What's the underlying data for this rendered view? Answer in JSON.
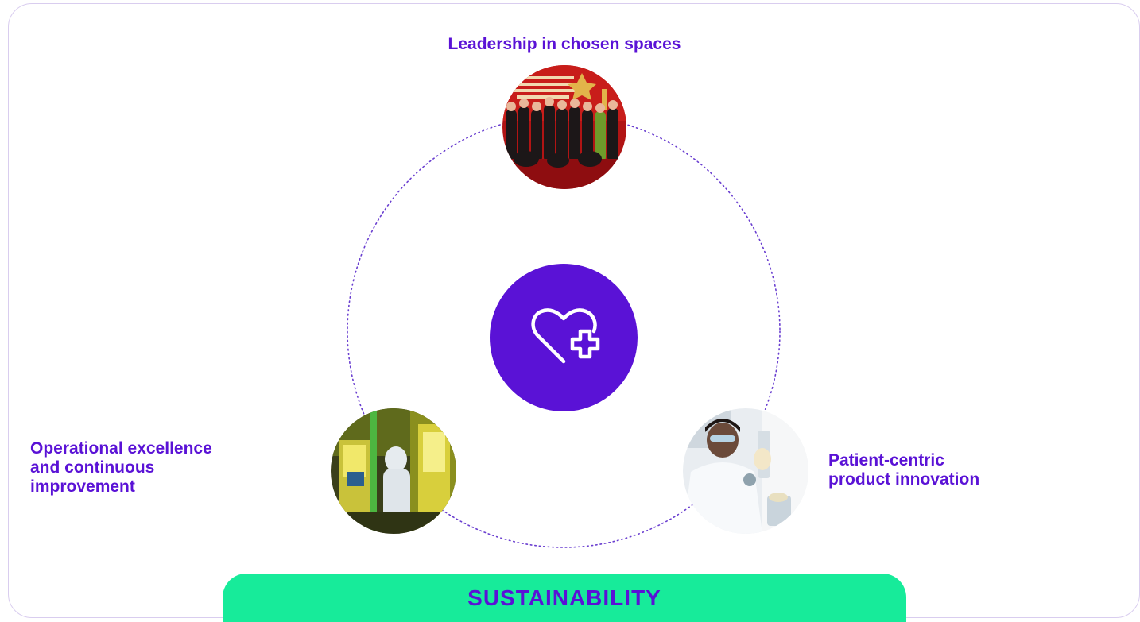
{
  "labels": {
    "top": "Leadership in chosen spaces",
    "left": "Operational excellence\nand continuous\nimprovement",
    "right": "Patient-centric\nproduct innovation"
  },
  "center_icon": "heart-plus-icon",
  "banner": "SUSTAINABILITY",
  "colors": {
    "accent": "#5a12d6",
    "banner": "#17eb9a",
    "border": "#d9cdef",
    "ring": "#6a3fd0"
  }
}
